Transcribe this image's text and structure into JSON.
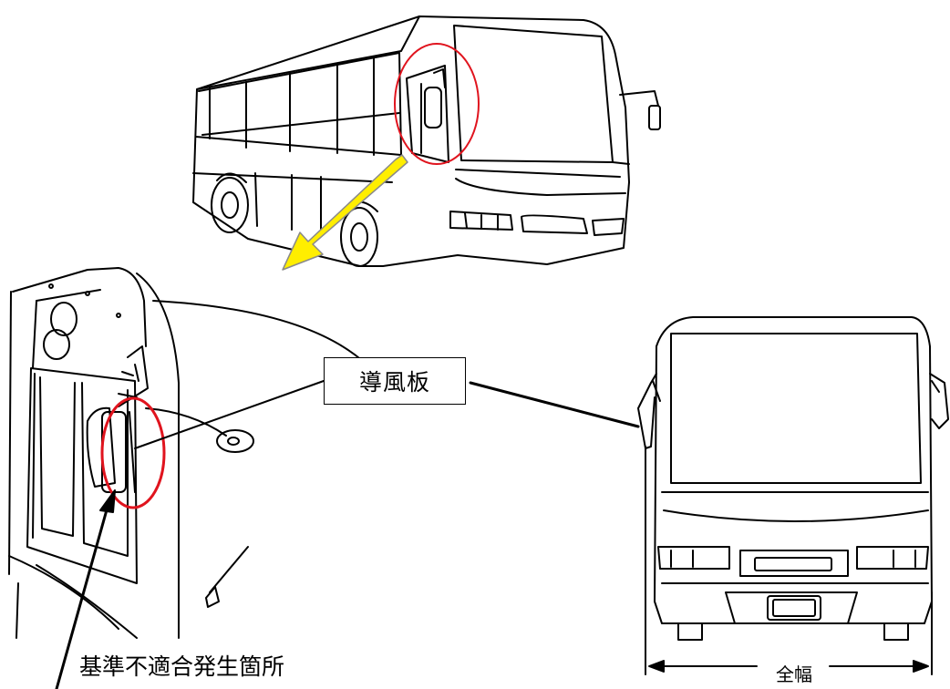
{
  "labels": {
    "deflector": "導風板",
    "nonconformity_location": "基準不適合発生箇所",
    "overall_width": "全幅"
  },
  "colors": {
    "highlight_circle": "#e0141e",
    "arrow_fill": "#ffee00",
    "arrow_stroke": "#8a8a8a",
    "line": "#000000"
  }
}
